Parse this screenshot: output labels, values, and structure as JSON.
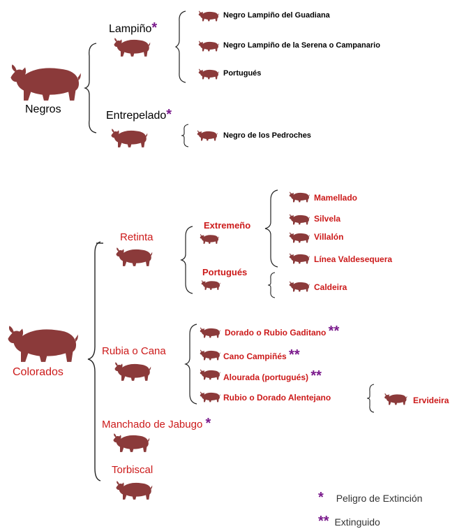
{
  "colors": {
    "pig": "#8b3a3a",
    "red": "#cc1a1a",
    "star": "#7a1a8c"
  },
  "groups": {
    "negros": {
      "label": "Negros"
    },
    "colorados": {
      "label": "Colorados"
    }
  },
  "negros_children": {
    "lampino": {
      "label": "Lampiño",
      "mark": "*"
    },
    "entrepelado": {
      "label": "Entrepelado",
      "mark": "*"
    }
  },
  "lampino_breeds": [
    {
      "label": "Negro Lampiño del Guadiana"
    },
    {
      "label": "Negro Lampiño de la Serena o Campanario"
    },
    {
      "label": "Portugués"
    }
  ],
  "entrepelado_breeds": [
    {
      "label": "Negro de los Pedroches"
    }
  ],
  "colorados_children": {
    "retinta": {
      "label": "Retinta"
    },
    "rubia": {
      "label": "Rubia o Cana"
    },
    "manchado": {
      "label": "Manchado de Jabugo",
      "mark": "*"
    },
    "torbiscal": {
      "label": "Torbiscal"
    }
  },
  "retinta_sub": {
    "extremeno": {
      "label": "Extremeño"
    },
    "portugues": {
      "label": "Portugués"
    }
  },
  "extremeno_breeds": [
    {
      "label": "Mamellado"
    },
    {
      "label": "Silvela"
    },
    {
      "label": "Villalón"
    },
    {
      "label": "Línea Valdesequera"
    }
  ],
  "portugues_breeds": [
    {
      "label": "Caldeira"
    }
  ],
  "rubia_breeds": [
    {
      "label": "Dorado o Rubio Gaditano",
      "mark": "**"
    },
    {
      "label": "Cano Campiñés",
      "mark": "**"
    },
    {
      "label": "Alourada (portugués)",
      "mark": "**"
    },
    {
      "label": "Rubio o Dorado Alentejano",
      "mark": ""
    }
  ],
  "alentejano_sub": [
    {
      "label": "Ervideira"
    }
  ],
  "legend": {
    "danger": {
      "mark": "*",
      "label": "Peligro de Extinción"
    },
    "extinct": {
      "mark": "**",
      "label": "Extinguido"
    }
  }
}
